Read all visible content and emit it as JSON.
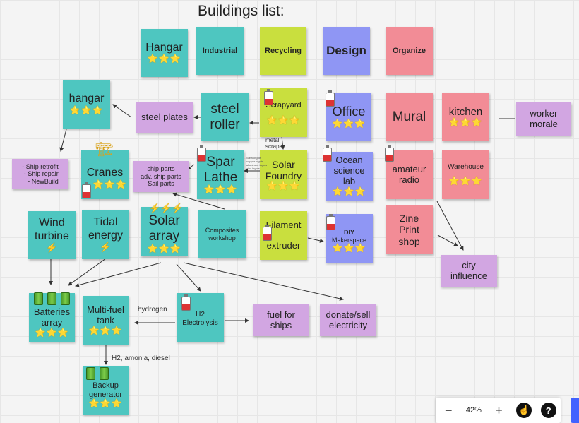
{
  "board_title": "Buildings list:",
  "headers": {
    "hangar": "Hangar",
    "industrial": "Industrial",
    "recycling": "Recycling",
    "design": "Design",
    "organize": "Organize"
  },
  "notes": {
    "hangar_small": "hangar",
    "steel_plates": "steel plates",
    "steel_roller": "steel roller",
    "scrapyard": "Scrapyard",
    "office": "Office",
    "mural": "Mural",
    "kitchen": "kitchen",
    "worker_morale": "worker morale",
    "hangar_tasks": "- Ship retrofit\n- Ship repair\n- NewBuild",
    "cranes": "Cranes",
    "ship_parts": "ship parts\nadv. ship parts\nSail parts",
    "spar_lathe": "Spar Lathe",
    "solar_foundry": "Solar Foundry",
    "ocean_lab": "Ocean science lab",
    "amateur_radio": "amateur radio",
    "warehouse": "Warehouse",
    "wind_turbine": "Wind turbine",
    "tidal_energy": "Tidal energy",
    "solar_array": "Solar array",
    "composites": "Composites workshop",
    "filament": "Filament",
    "extruder": "extruder",
    "diy": "DIY",
    "makerspace": "Makerspace",
    "zine": "Zine Print shop",
    "city_influence": "city influence",
    "batteries": "Batteries array",
    "multifuel": "Multi-fuel tank",
    "h2": "H2",
    "electrolysis": "Electrolysis",
    "fuel_ships": "fuel for ships",
    "donate": "donate/sell electricity",
    "backup": "Backup generator"
  },
  "labels": {
    "metal_scraps": "metal\nscraps",
    "hydrogen": "hydrogen",
    "fuels": "H2, amonia, diesel",
    "metals_list": "Steel ingots\ncopper ingots\naluminum ingots\nzinc ingots"
  },
  "stars": "⭐⭐⭐",
  "bolt": "⚡",
  "toolbar": {
    "zoom_out": "−",
    "zoom": "42%",
    "zoom_in": "+",
    "help": "?"
  },
  "colors": {
    "teal": "#4ec6c0",
    "lime": "#c9df3e",
    "blue": "#8f96f4",
    "pink": "#f28c96",
    "lavender": "#d2a6e2"
  }
}
